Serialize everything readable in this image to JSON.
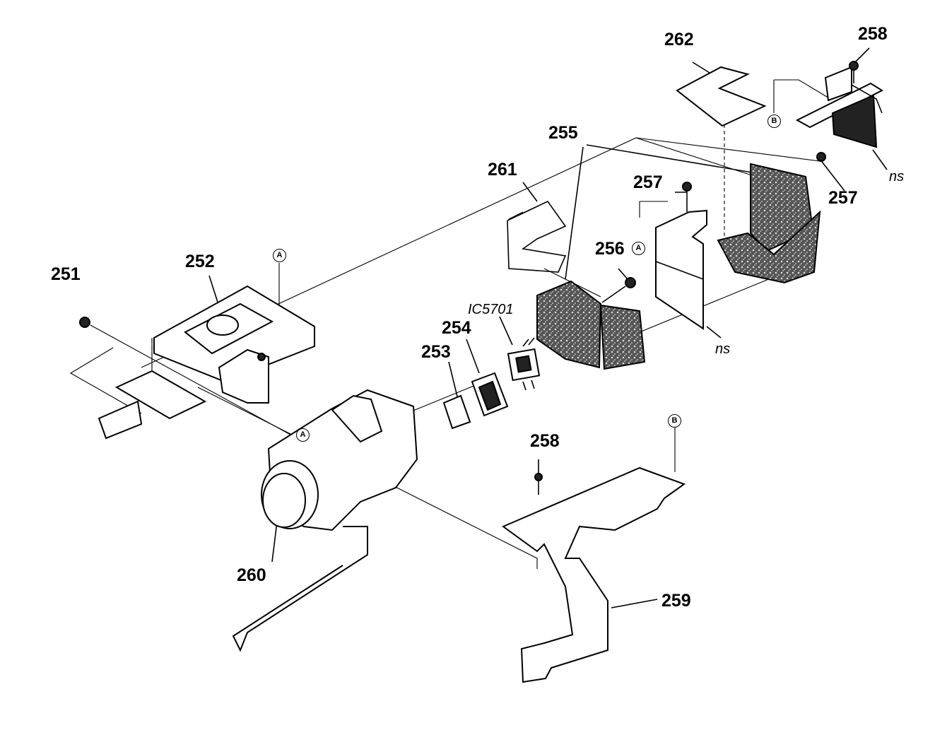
{
  "callouts": {
    "c251": "251",
    "c252": "252",
    "c253": "253",
    "c254": "254",
    "c255": "255",
    "c256": "256",
    "c257a": "257",
    "c257b": "257",
    "c258a": "258",
    "c258b": "258",
    "c259": "259",
    "c260": "260",
    "c261": "261",
    "c262": "262",
    "ic": "IC5701",
    "ns1": "ns",
    "ns2": "ns"
  },
  "reference_marks": {
    "a1": "A",
    "a2": "A",
    "a3": "A",
    "b1": "B",
    "b2": "B"
  }
}
